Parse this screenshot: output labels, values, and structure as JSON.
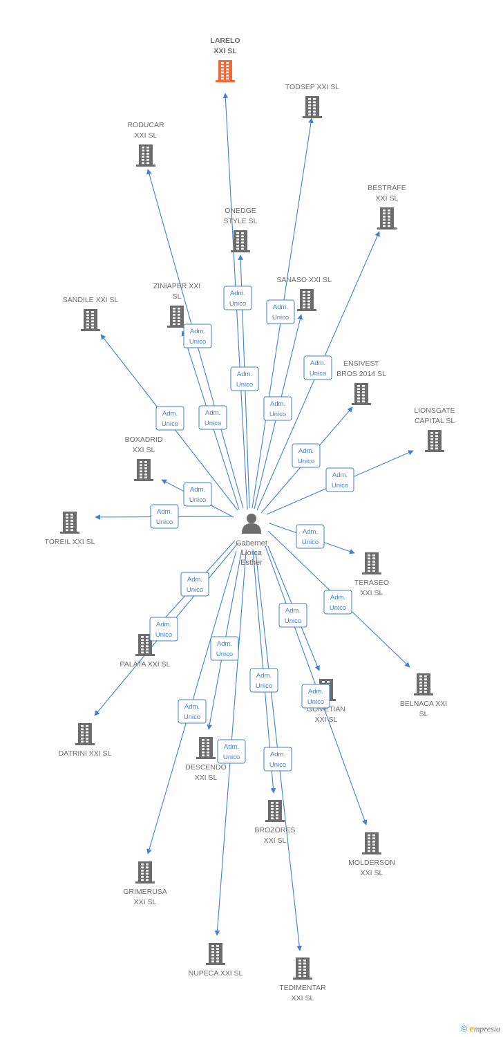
{
  "center": {
    "label": [
      "Gabernet",
      "Llorca",
      "Esther"
    ]
  },
  "colors": {
    "edge": "#3f7fd4",
    "building": "#6d6d6d",
    "highlight": "#f26a3a"
  },
  "edge_label": [
    "Adm.",
    "Unico"
  ],
  "companies": [
    {
      "id": "larelo",
      "label": [
        "LARELO",
        "XXI  SL"
      ],
      "highlight": true
    },
    {
      "id": "todsep",
      "label": [
        "TODSEP XXI  SL"
      ]
    },
    {
      "id": "roducar",
      "label": [
        "RODUCAR",
        "XXI  SL"
      ]
    },
    {
      "id": "bestrafe",
      "label": [
        "BESTRAFE",
        "XXI  SL"
      ]
    },
    {
      "id": "onedge",
      "label": [
        "ONEDGE",
        "STYLE  SL"
      ]
    },
    {
      "id": "sanaso",
      "label": [
        "SANASO XXI  SL"
      ]
    },
    {
      "id": "ziniaper",
      "label": [
        "ZINIAPER XXI",
        "SL"
      ]
    },
    {
      "id": "sandile",
      "label": [
        "SANDILE XXI  SL"
      ]
    },
    {
      "id": "ensivest",
      "label": [
        "ENSIVEST",
        "BROS 2014  SL"
      ]
    },
    {
      "id": "lionsgate",
      "label": [
        "LIONSGATE",
        "CAPITAL  SL"
      ]
    },
    {
      "id": "boxadrid",
      "label": [
        "BOXADRID",
        "XXI  SL"
      ]
    },
    {
      "id": "toreil",
      "label": [
        "TOREIL XXI  SL"
      ]
    },
    {
      "id": "teraseo",
      "label": [
        "TERASEO",
        "XXI  SL"
      ]
    },
    {
      "id": "belnaca",
      "label": [
        "BELNACA XXI",
        "SL"
      ]
    },
    {
      "id": "palata",
      "label": [
        "PALATA XXI  SL"
      ]
    },
    {
      "id": "gometian",
      "label": [
        "GOMETIAN",
        "XXI  SL"
      ]
    },
    {
      "id": "datrini",
      "label": [
        "DATRINI XXI  SL"
      ]
    },
    {
      "id": "descendo",
      "label": [
        "DESCENDO",
        "XXI  SL"
      ]
    },
    {
      "id": "brozores",
      "label": [
        "BROZORES",
        "XXI  SL"
      ]
    },
    {
      "id": "molderson",
      "label": [
        "MOLDERSON",
        "XXI  SL"
      ]
    },
    {
      "id": "grimerusa",
      "label": [
        "GRIMERUSA",
        "XXI  SL"
      ]
    },
    {
      "id": "nupeca",
      "label": [
        "NUPECA XXI  SL"
      ]
    },
    {
      "id": "tedimentar",
      "label": [
        "TEDIMENTAR",
        "XXI  SL"
      ]
    }
  ],
  "footer": {
    "copyright": "©",
    "brand_initial": "e",
    "brand_rest": "mpresia"
  }
}
